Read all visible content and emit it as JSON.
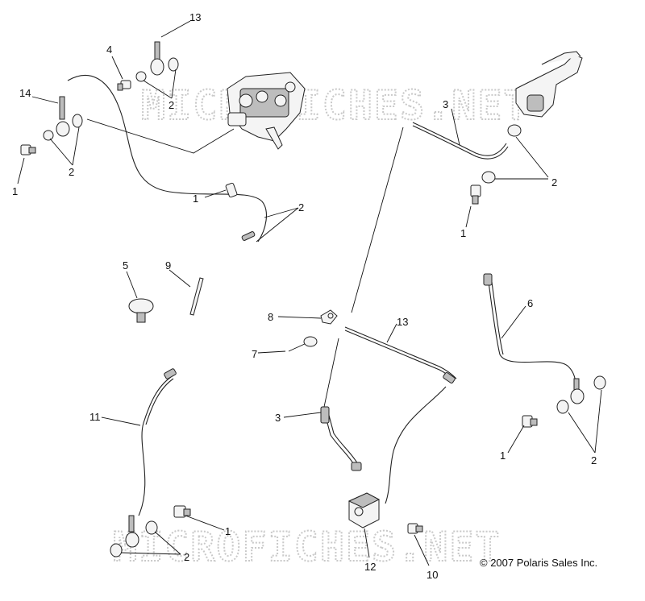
{
  "watermark": {
    "text": "MICROFICHES.NET"
  },
  "copyright": "© 2007 Polaris Sales Inc.",
  "callouts": {
    "c13a": "13",
    "c4": "4",
    "c14": "14",
    "c2a": "2",
    "c2b": "2",
    "c1a": "1",
    "c3a": "3",
    "c2c": "2",
    "c1b": "1",
    "c2d": "2",
    "c1c": "1",
    "c5": "5",
    "c9": "9",
    "c8": "8",
    "c7": "7",
    "c13b": "13",
    "c6": "6",
    "c11": "11",
    "c3b": "3",
    "c1d": "1",
    "c2e": "2",
    "c1e": "1",
    "c2f": "2",
    "c12": "12",
    "c10": "10"
  }
}
